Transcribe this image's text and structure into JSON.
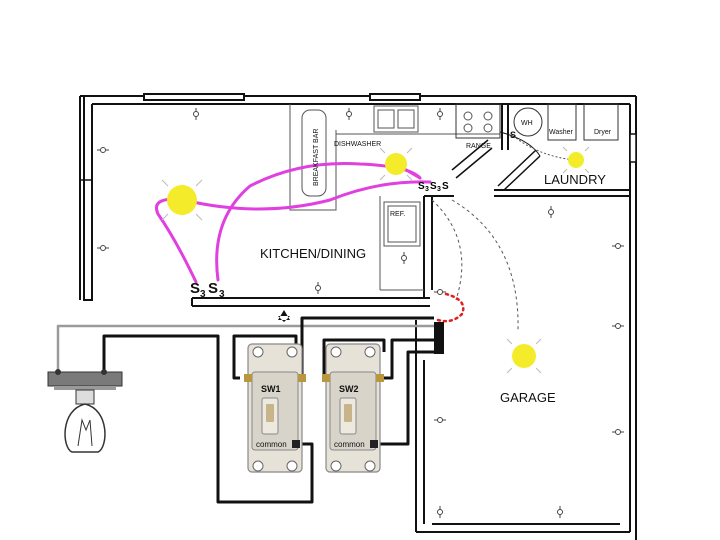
{
  "rooms": {
    "kitchen": "KITCHEN/DINING",
    "laundry": "LAUNDRY",
    "garage": "GARAGE"
  },
  "appliances": {
    "dishwasher": "DISHWASHER",
    "breakfast_bar": "BREAKFAST BAR",
    "range": "RANGE",
    "refrigerator": "REF.",
    "water_heater": "WH",
    "washer": "Washer",
    "dryer": "Dryer"
  },
  "switch_symbols": {
    "kitchen_left_1": "S",
    "kitchen_left_1_sub": "3",
    "kitchen_left_2": "S",
    "kitchen_left_2_sub": "3",
    "laundry_door": "S",
    "group_1": "S",
    "group_1_sub": "3",
    "group_2": "S",
    "group_2_sub": "3",
    "group_3": "S"
  },
  "switches": [
    {
      "name": "SW1",
      "terminal": "common"
    },
    {
      "name": "SW2",
      "terminal": "common"
    }
  ],
  "colors": {
    "wall": "#111111",
    "wire_plan": "#e040e0",
    "wire_black": "#111111",
    "wire_gray": "#9a9a9a",
    "light_fixture": "#f4ec2a",
    "dotted_red": "#e02020"
  }
}
